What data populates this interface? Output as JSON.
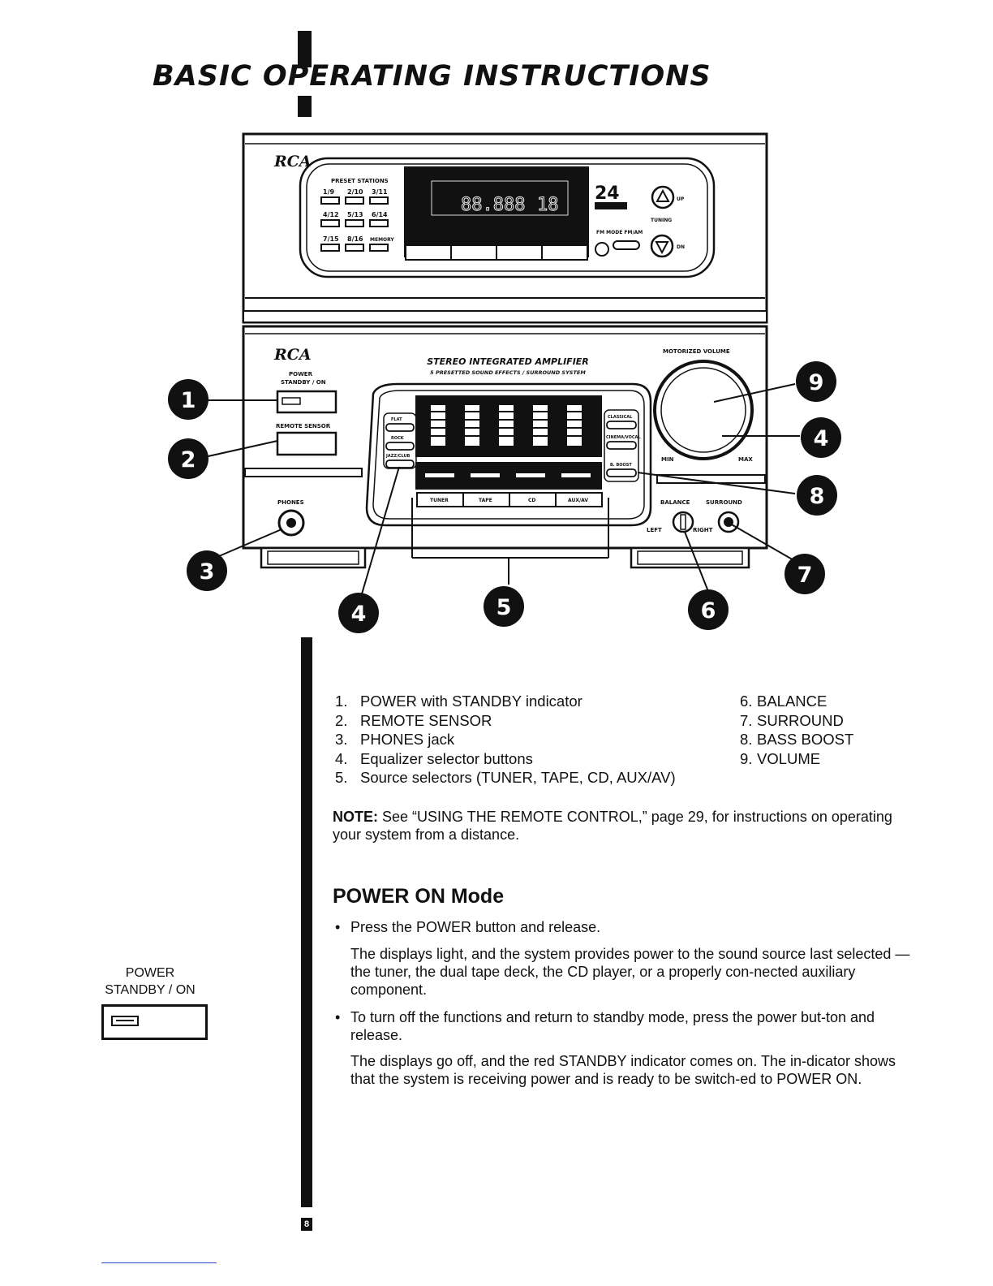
{
  "header": {
    "title": "BASIC OPERATING INSTRUCTIONS"
  },
  "diagram": {
    "tuner": {
      "brand": "RCA",
      "preset_heading": "PRESET STATIONS",
      "presets": [
        "1/9",
        "2/10",
        "3/11",
        "4/12",
        "5/13",
        "6/14",
        "7/15",
        "8/16",
        "MEMORY"
      ],
      "display_readout": "88.888",
      "display_digits": "18",
      "channel": "24",
      "up_label": "UP",
      "tuning_label": "TUNING",
      "fm_mode_label": "FM MODE  FM/AM",
      "dn_label": "DN"
    },
    "amplifier": {
      "brand": "RCA",
      "title": "STEREO INTEGRATED AMPLIFIER",
      "subtitle": "5 PRESETTED SOUND EFFECTS / SURROUND SYSTEM",
      "power_label": "POWER",
      "standby_label": "STANDBY / ON",
      "remote_sensor_label": "REMOTE SENSOR",
      "phones_label": "PHONES",
      "eq_left": [
        "FLAT",
        "ROCK",
        "JAZZ/CLUB"
      ],
      "eq_right": [
        "CLASSICAL",
        "CINEMA/VOCAL",
        "B. BOOST"
      ],
      "sources": [
        "TUNER",
        "TAPE",
        "CD",
        "AUX/AV"
      ],
      "motorized_volume_label": "MOTORIZED VOLUME",
      "min_label": "MIN",
      "max_label": "MAX",
      "balance_label": "BALANCE",
      "surround_label": "SURROUND",
      "left_label": "LEFT",
      "right_label": "RIGHT"
    },
    "callouts": [
      "1",
      "2",
      "3",
      "4",
      "4",
      "5",
      "6",
      "7",
      "8",
      "9"
    ]
  },
  "legend_left": [
    {
      "num": "1.",
      "text": "POWER with STANDBY indicator"
    },
    {
      "num": "2.",
      "text": "REMOTE SENSOR"
    },
    {
      "num": "3.",
      "text": "PHONES jack"
    },
    {
      "num": "4.",
      "text": "Equalizer selector buttons"
    },
    {
      "num": "5.",
      "text": "Source selectors (TUNER, TAPE, CD, AUX/AV)"
    }
  ],
  "legend_right": [
    {
      "num": "6.",
      "text": "BALANCE"
    },
    {
      "num": "7.",
      "text": "SURROUND"
    },
    {
      "num": "8.",
      "text": "BASS BOOST"
    },
    {
      "num": "9.",
      "text": "VOLUME"
    }
  ],
  "note": {
    "label": "NOTE:",
    "text": " See “USING THE REMOTE CONTROL,” page 29, for instructions on operating your system from a distance."
  },
  "section": {
    "heading": "POWER ON Mode",
    "bullet1": "Press the POWER button and release.",
    "para1": "The displays light, and the system provides power to the sound source last selected — the tuner, the dual tape deck, the CD player, or a properly con-nected auxiliary component.",
    "bullet2": "To turn off the functions and return to standby mode, press the power but-ton and release.",
    "para2": "The displays go off, and the red STANDBY indicator comes on. The in-dicator shows that the system is receiving power and is ready to be switch-ed to POWER ON."
  },
  "sidebar": {
    "label_line1": "POWER",
    "label_line2": "STANDBY / ON"
  },
  "page_number": "8"
}
